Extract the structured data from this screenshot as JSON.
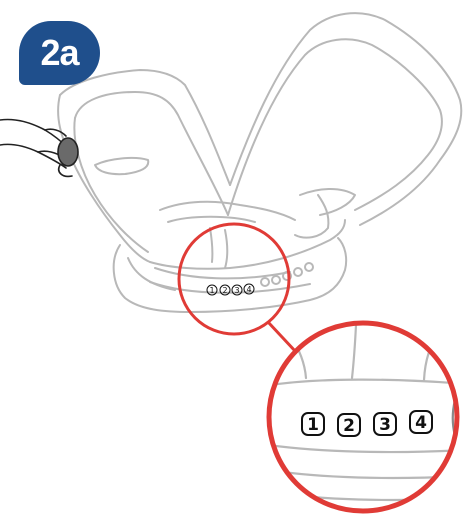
{
  "step": {
    "label": "2a"
  },
  "colors": {
    "badge": "#1f4f8c",
    "line_art": "#b8b8b8",
    "highlight_circle": "#e03b36",
    "callout_text": "#111111"
  },
  "recline_positions": {
    "small": [
      "1",
      "2",
      "3",
      "4"
    ],
    "zoomed": [
      "1",
      "2",
      "3",
      "4"
    ]
  },
  "icons": [
    "hand-icon",
    "car-seat-illustration",
    "magnify-callout"
  ]
}
